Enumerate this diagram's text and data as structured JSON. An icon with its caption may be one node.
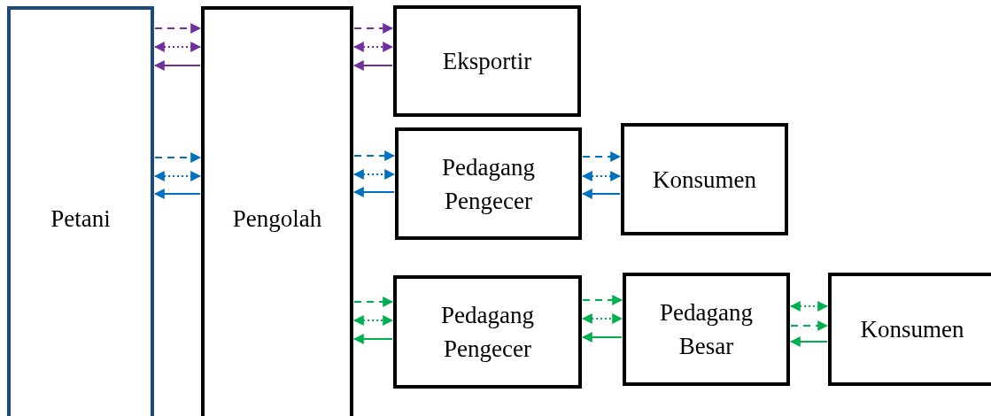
{
  "diagram": {
    "nodes": [
      {
        "text": [
          "Petani"
        ]
      },
      {
        "text": [
          "Pengolah"
        ]
      },
      {
        "text": [
          "Eksportir"
        ]
      },
      {
        "text": [
          "Pedagang Pengecer"
        ]
      },
      {
        "text": [
          "Konsumen"
        ]
      },
      {
        "text": [
          "Pedagang Pengecer"
        ]
      },
      {
        "text": [
          "Pedagang Besar"
        ]
      },
      {
        "text": [
          "Konsumen"
        ]
      }
    ],
    "edges": [
      {
        "from": 0,
        "to": 1,
        "arrow": "to",
        "style": "dashed",
        "color": "#7030a0"
      },
      {
        "from": 0,
        "to": 1,
        "arrow": "both",
        "style": "dashed",
        "color": "#7030a0"
      },
      {
        "from": 1,
        "to": 0,
        "arrow": "to",
        "color": "#7030a0"
      },
      {
        "from": 1,
        "to": 2,
        "arrow": "to",
        "style": "dashed",
        "color": "#7030a0"
      },
      {
        "from": 1,
        "to": 2,
        "arrow": "both",
        "style": "dashed",
        "color": "#7030a0"
      },
      {
        "from": 2,
        "to": 1,
        "arrow": "to",
        "color": "#7030a0"
      },
      {
        "from": 0,
        "to": 1,
        "arrow": "to",
        "style": "dashed",
        "color": "#0070c0"
      },
      {
        "from": 0,
        "to": 1,
        "arrow": "both",
        "style": "dashed",
        "color": "#0070c0"
      },
      {
        "from": 1,
        "to": 0,
        "arrow": "to",
        "color": "#0070c0"
      },
      {
        "from": 1,
        "to": 3,
        "arrow": "to",
        "style": "dashed",
        "color": "#0070c0"
      },
      {
        "from": 1,
        "to": 3,
        "arrow": "both",
        "style": "dashed",
        "color": "#0070c0"
      },
      {
        "from": 3,
        "to": 1,
        "arrow": "to",
        "color": "#0070c0"
      },
      {
        "from": 3,
        "to": 4,
        "arrow": "to",
        "style": "dashed",
        "color": "#0070c0"
      },
      {
        "from": 3,
        "to": 4,
        "arrow": "both",
        "style": "dashed",
        "color": "#0070c0"
      },
      {
        "from": 4,
        "to": 3,
        "arrow": "to",
        "color": "#0070c0"
      },
      {
        "from": 1,
        "to": 5,
        "arrow": "to",
        "style": "dashed",
        "color": "#00b050"
      },
      {
        "from": 1,
        "to": 5,
        "arrow": "both",
        "style": "dashed",
        "color": "#00b050"
      },
      {
        "from": 5,
        "to": 1,
        "arrow": "to",
        "color": "#00b050"
      },
      {
        "from": 5,
        "to": 6,
        "arrow": "to",
        "style": "dashed",
        "color": "#00b050"
      },
      {
        "from": 5,
        "to": 6,
        "arrow": "both",
        "style": "dashed",
        "color": "#00b050"
      },
      {
        "from": 6,
        "to": 5,
        "arrow": "to",
        "color": "#00b050"
      },
      {
        "from": 6,
        "to": 7,
        "arrow": "both",
        "style": "dashed",
        "color": "#00b050"
      },
      {
        "from": 6,
        "to": 7,
        "arrow": "to",
        "style": "dashed",
        "color": "#00b050"
      },
      {
        "from": 7,
        "to": 6,
        "arrow": "to",
        "color": "#00b050"
      }
    ]
  }
}
